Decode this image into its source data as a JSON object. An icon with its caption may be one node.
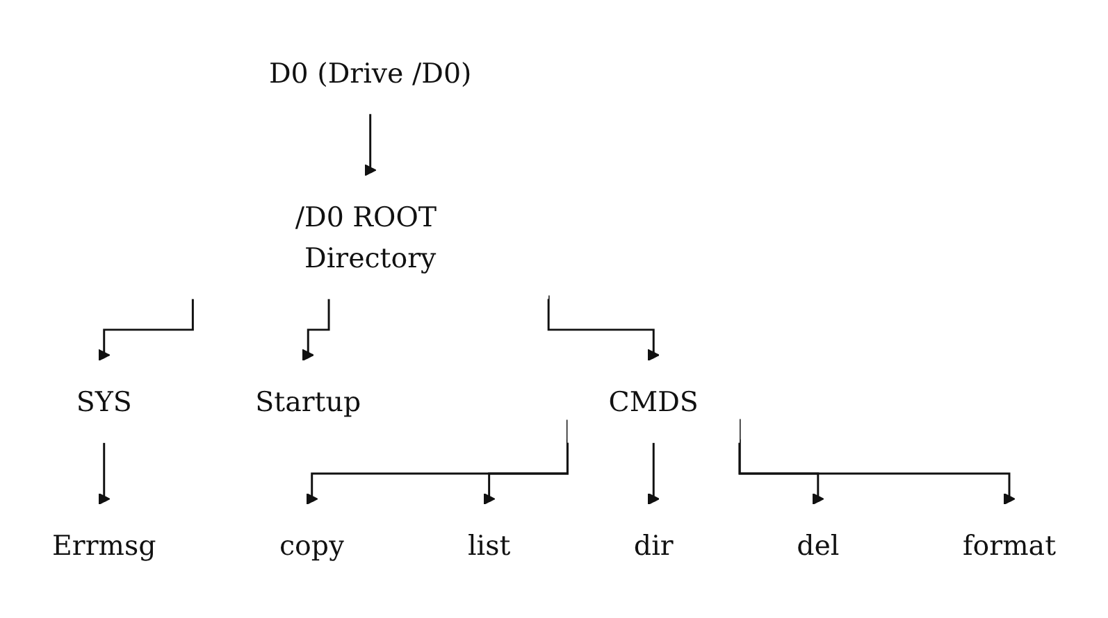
{
  "diagram": {
    "nodes": [
      {
        "text": [
          "D0 (Drive /D0)"
        ]
      },
      {
        "text": [
          "/D0 ROOT Directory"
        ]
      },
      {
        "text": [
          "SYS"
        ]
      },
      {
        "text": [
          "Startup"
        ]
      },
      {
        "text": [
          "CMDS"
        ]
      },
      {
        "text": [
          "Errmsg"
        ]
      },
      {
        "text": [
          "copy"
        ]
      },
      {
        "text": [
          "list"
        ]
      },
      {
        "text": [
          "dir"
        ]
      },
      {
        "text": [
          "del"
        ]
      },
      {
        "text": [
          "format"
        ]
      }
    ],
    "edges": [
      {
        "from": 0,
        "to": 1,
        "arrow": "to"
      },
      {
        "from": 1,
        "to": 2,
        "arrow": "to"
      },
      {
        "from": 1,
        "to": 3,
        "arrow": "to"
      },
      {
        "from": 1,
        "to": 4,
        "arrow": "to"
      },
      {
        "from": 2,
        "to": 5,
        "arrow": "to"
      },
      {
        "from": 4,
        "to": 6,
        "arrow": "to"
      },
      {
        "from": 4,
        "to": 7,
        "arrow": "to"
      },
      {
        "from": 4,
        "to": 8,
        "arrow": "to"
      },
      {
        "from": 4,
        "to": 9,
        "arrow": "to"
      },
      {
        "from": 4,
        "to": 10,
        "arrow": "to"
      }
    ]
  }
}
